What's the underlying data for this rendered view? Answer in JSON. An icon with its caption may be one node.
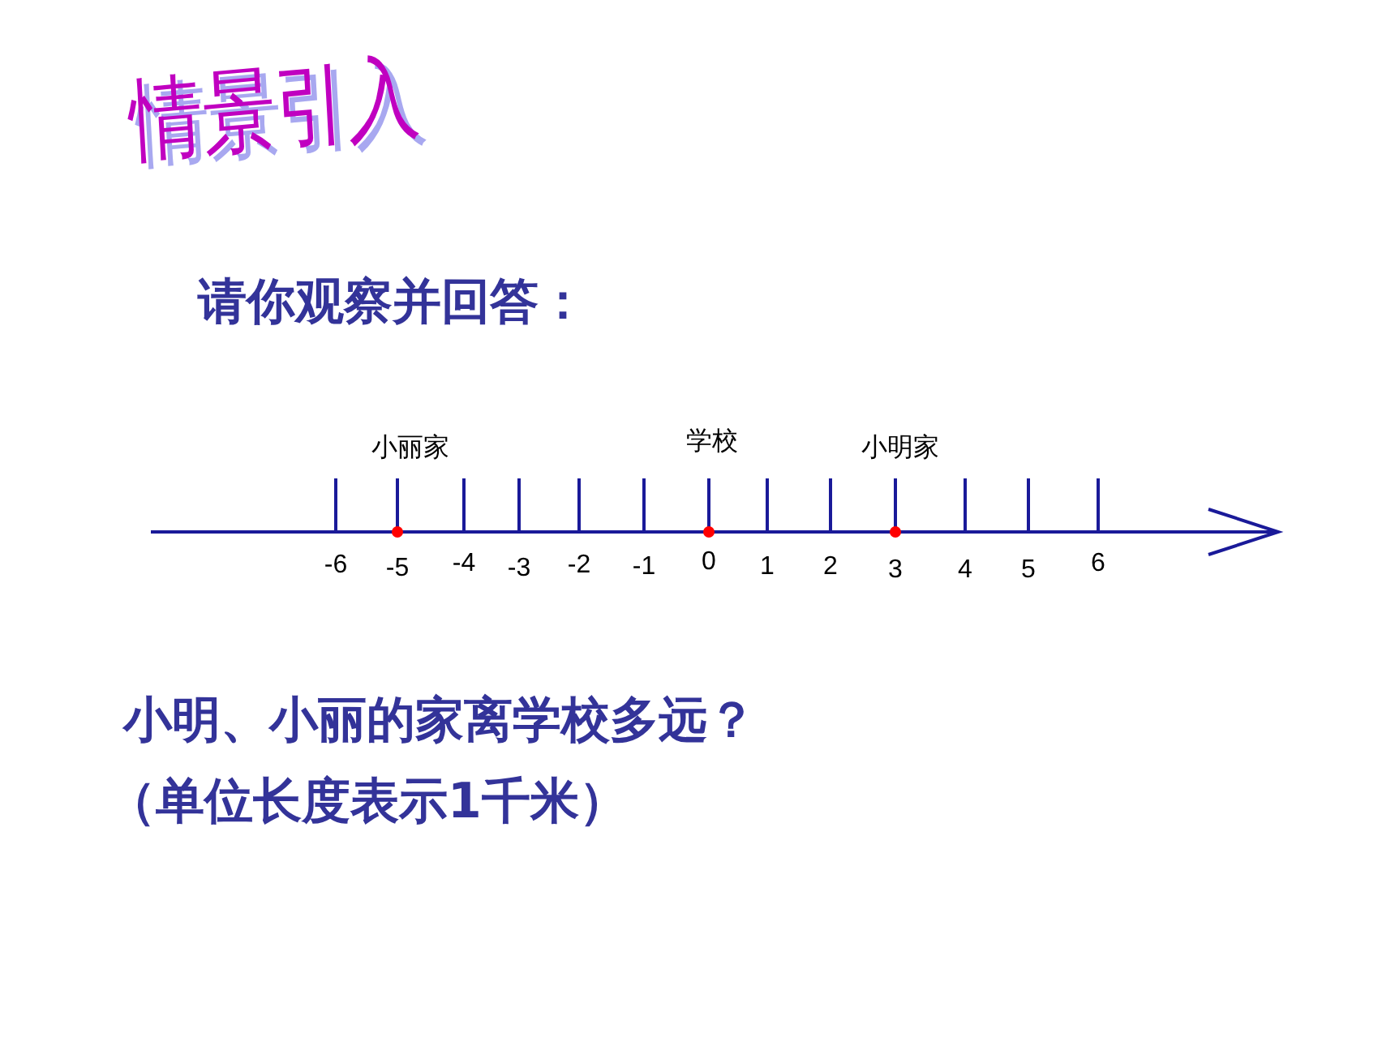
{
  "diagram": {
    "title": "情景引入",
    "labels": [
      "请你观察并回答：",
      "小丽家",
      "学校",
      "小明家",
      "-6",
      "-5",
      "-4",
      "-3",
      "-2",
      "-1",
      "0",
      "1",
      "2",
      "3",
      "4",
      "5",
      "6",
      "小明、小丽的家离学校多远？",
      "（单位长度表示1千米）"
    ]
  }
}
